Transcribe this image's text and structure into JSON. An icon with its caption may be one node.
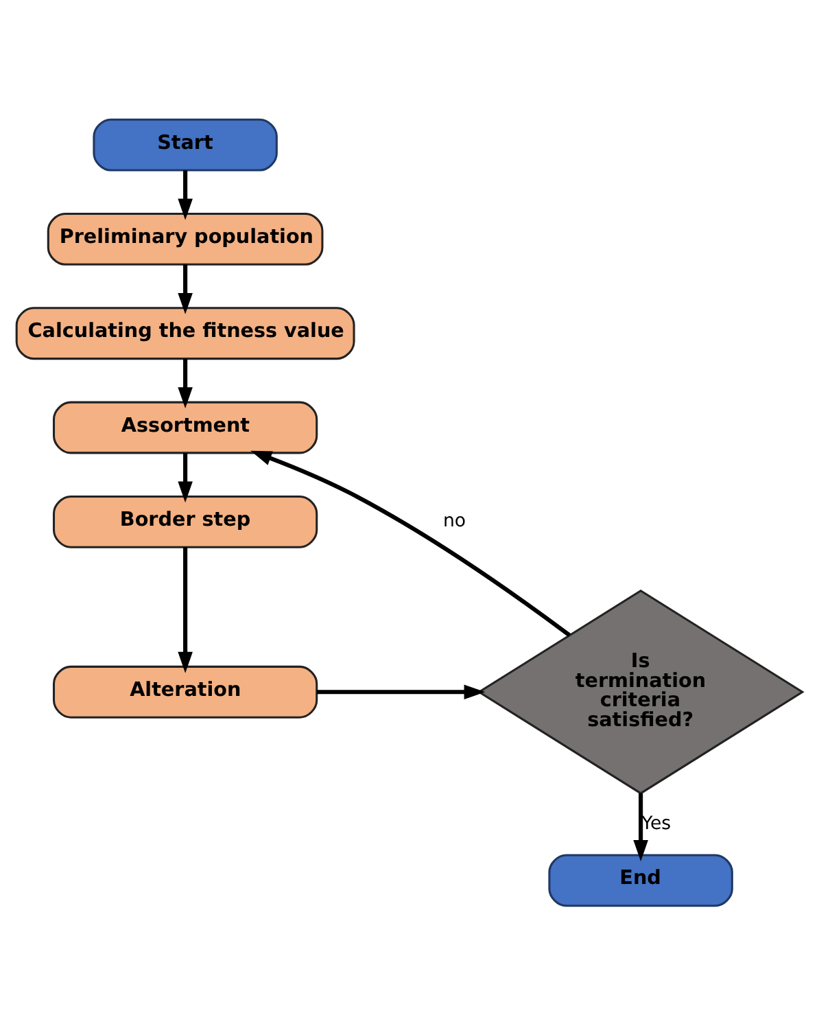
{
  "diagram": {
    "nodes": [
      {
        "text": [
          "Start"
        ]
      },
      {
        "text": [
          "Preliminary population"
        ]
      },
      {
        "text": [
          "Calculating the fitness value"
        ]
      },
      {
        "text": [
          "Assortment"
        ]
      },
      {
        "text": [
          "Border step"
        ]
      },
      {
        "text": [
          "Alteration"
        ]
      },
      {
        "text": [
          "Is termination criteria satisfied?"
        ]
      },
      {
        "text": [
          "End"
        ]
      }
    ],
    "edges": [
      {
        "from": 0,
        "to": 1,
        "arrow": "to"
      },
      {
        "from": 1,
        "to": 2,
        "arrow": "to"
      },
      {
        "from": 2,
        "to": 3,
        "arrow": "to"
      },
      {
        "from": 3,
        "to": 4,
        "arrow": "to"
      },
      {
        "from": 4,
        "to": 5,
        "arrow": "to"
      },
      {
        "from": 5,
        "to": 6,
        "arrow": "to"
      },
      {
        "from": 6,
        "to": 3,
        "arrow": "to",
        "label": "no"
      },
      {
        "from": 6,
        "to": 7,
        "arrow": "to",
        "label": "Yes"
      }
    ]
  }
}
